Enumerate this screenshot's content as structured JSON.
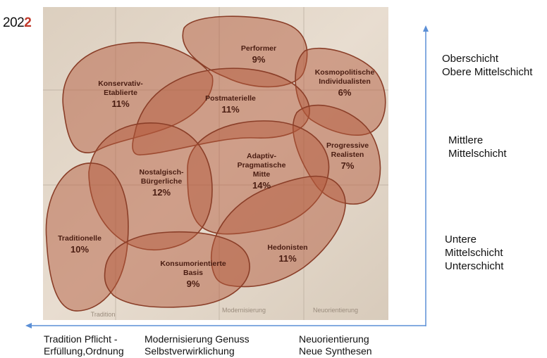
{
  "year_label": {
    "digits": "202",
    "suffix": "2"
  },
  "milieus": [
    {
      "name_lines": [
        "Performer"
      ],
      "percent": "9%"
    },
    {
      "name_lines": [
        "Kosmopolitische",
        "Individualisten"
      ],
      "percent": "6%"
    },
    {
      "name_lines": [
        "Konservativ-",
        "Etablierte"
      ],
      "percent": "11%"
    },
    {
      "name_lines": [
        "Postmaterielle"
      ],
      "percent": "11%"
    },
    {
      "name_lines": [
        "Progressive",
        "Realisten"
      ],
      "percent": "7%"
    },
    {
      "name_lines": [
        "Adaptiv-",
        "Pragmatische",
        "Mitte"
      ],
      "percent": "14%"
    },
    {
      "name_lines": [
        "Nostalgisch-",
        "Bürgerliche"
      ],
      "percent": "12%"
    },
    {
      "name_lines": [
        "Traditionelle"
      ],
      "percent": "10%"
    },
    {
      "name_lines": [
        "Hedonisten"
      ],
      "percent": "11%"
    },
    {
      "name_lines": [
        "Konsumorientierte",
        "Basis"
      ],
      "percent": "9%"
    }
  ],
  "footer_labels": [
    "Tradition",
    "Modernisierung",
    "Neuorientierung"
  ],
  "right_labels": {
    "upper": [
      "Oberschicht",
      "Obere Mittelschicht"
    ],
    "middle": [
      "Mittlere",
      "Mittelschicht"
    ],
    "lower": [
      "Untere",
      "Mittelschicht",
      "Unterschicht"
    ]
  },
  "bottom_labels": {
    "tradition": [
      "Tradition Pflicht -",
      "Erfüllung,Ordnung"
    ],
    "modern": [
      "Modernisierung Genuss",
      "Selbstverwirklichung"
    ],
    "neu": [
      "Neuorientierung",
      "Neue Synthesen"
    ]
  },
  "colors": {
    "blob_fill": "#b45a3c",
    "background_paper": "#e8ddd0",
    "blob_stroke": "#8a3e28",
    "arrow": "#5b8fd6"
  }
}
